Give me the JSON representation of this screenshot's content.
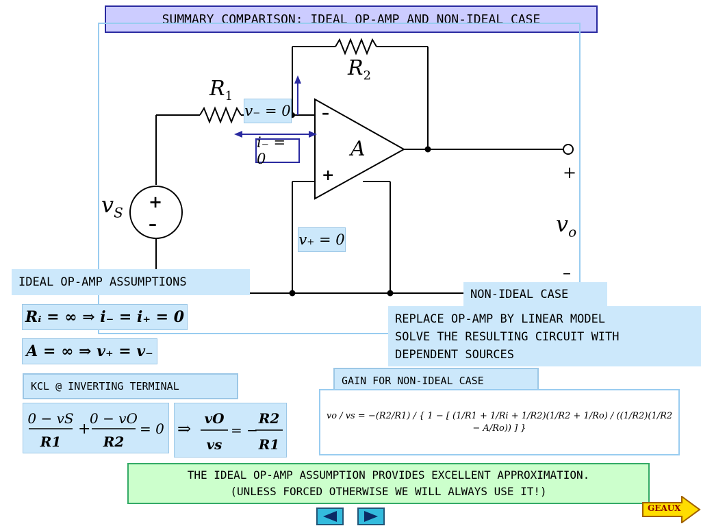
{
  "title": "SUMMARY COMPARISON: IDEAL OP-AMP AND NON-IDEAL CASE",
  "circuit": {
    "r1": "R",
    "r1_sub": "1",
    "r2": "R",
    "r2_sub": "2",
    "vs": "v",
    "vs_sub": "S",
    "vo": "v",
    "vo_sub": "o",
    "gain": "A",
    "minus_sign": "–",
    "plus_sign": "+",
    "vminus_eq": "v₋ = 0",
    "iminus_eq": "i₋ = 0",
    "vplus_eq": "v₊ = 0"
  },
  "ideal": {
    "header": "IDEAL OP-AMP ASSUMPTIONS",
    "eq1": "Rᵢ = ∞ ⇒ i₋ = i₊ = 0",
    "eq2": "A = ∞ ⇒ v₊ = v₋"
  },
  "kcl": {
    "header": "KCL @ INVERTING TERMINAL",
    "eq_num1": "0 − vS",
    "eq_den1": "R1",
    "eq_num2": "0 − vO",
    "eq_den2": "R2",
    "eq_tail": "= 0",
    "result_lhs_num": "vO",
    "result_lhs_den": "vs",
    "result_rhs_num": "R2",
    "result_rhs_den": "R1"
  },
  "nonideal": {
    "header": "NON-IDEAL CASE",
    "line1": "REPLACE OP-AMP BY LINEAR MODEL",
    "line2": "SOLVE THE RESULTING CIRCUIT WITH",
    "line3": "DEPENDENT SOURCES",
    "gain_header": "GAIN FOR NON-IDEAL CASE",
    "gain_formula": "vo / vs = −(R2/R1) / { 1 − [ (1/R1 + 1/Ri + 1/R2)(1/R2 + 1/Ro) / ((1/R2)(1/R2 − A/Ro)) ] }"
  },
  "footer": {
    "line1": "THE IDEAL OP-AMP ASSUMPTION PROVIDES EXCELLENT APPROXIMATION.",
    "line2": "(UNLESS FORCED OTHERWISE WE WILL ALWAYS USE IT!)",
    "geaux": "GEAUX"
  },
  "colors": {
    "title_bg": "#ccccff",
    "box_bg": "#cce8fb",
    "footer_bg": "#ccffcc",
    "accent": "#2a2aa0",
    "geaux_bg": "#ffdd00"
  }
}
